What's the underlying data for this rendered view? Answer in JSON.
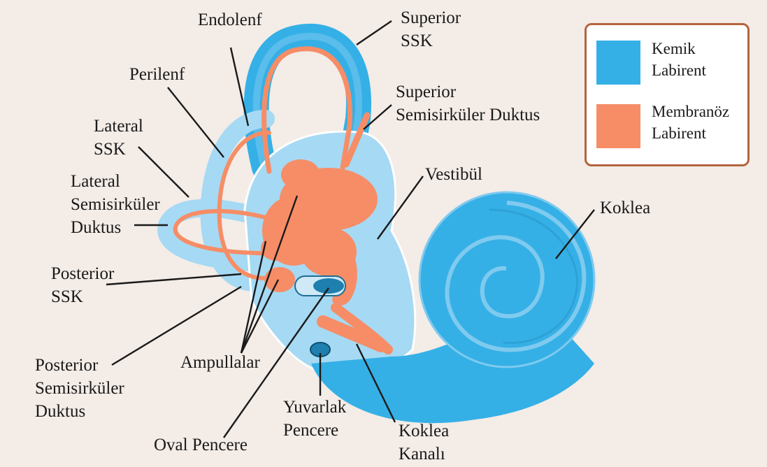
{
  "colors": {
    "bony": "#35b0e6",
    "bony_light": "#a6d9f3",
    "membranous": "#f68d66",
    "background": "#f3ece7"
  },
  "legend": {
    "items": [
      {
        "line1": "Kemik",
        "line2": "Labirent",
        "color": "#35b0e6"
      },
      {
        "line1": "Membranöz",
        "line2": "Labirent",
        "color": "#f68d66"
      }
    ]
  },
  "labels": {
    "endolenf": "Endolenf",
    "superior_ssk": [
      "Superior",
      "SSK"
    ],
    "perilenf": "Perilenf",
    "superior_duktus": [
      "Superior",
      "Semisirküler Duktus"
    ],
    "lateral_ssk": [
      "Lateral",
      "SSK"
    ],
    "vestibul": "Vestibül",
    "lateral_duktus": [
      "Lateral",
      "Semisirküler",
      "Duktus"
    ],
    "koklea": "Koklea",
    "posterior_ssk": [
      "Posterior",
      "SSK"
    ],
    "posterior_duktus": [
      "Posterior",
      "Semisirküler",
      "Duktus"
    ],
    "ampullalar": "Ampullalar",
    "yuvarlak_pencere": [
      "Yuvarlak",
      "Pencere"
    ],
    "oval_pencere": "Oval Pencere",
    "koklea_kanali": [
      "Koklea",
      "Kanalı"
    ]
  }
}
